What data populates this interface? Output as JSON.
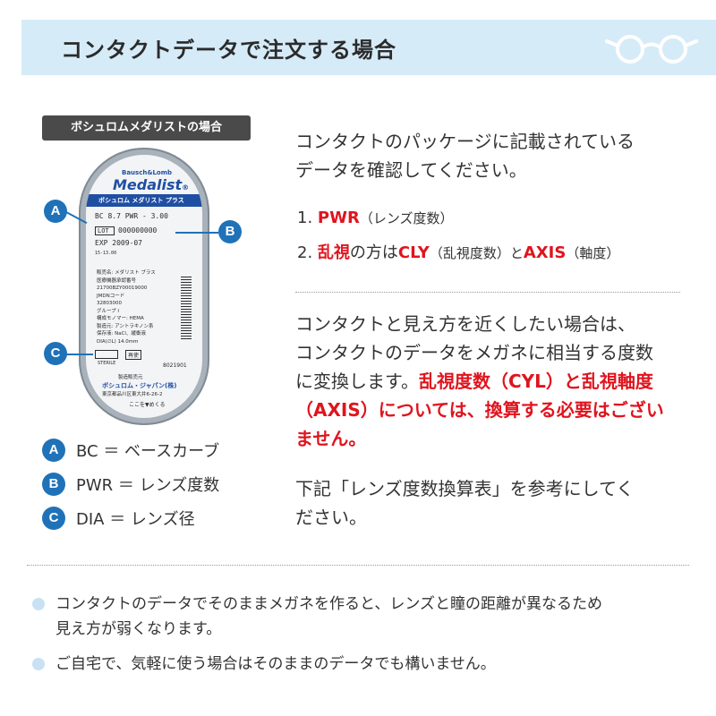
{
  "header": {
    "title": "コンタクトデータで注文する場合",
    "icon": "glasses-icon"
  },
  "left": {
    "case_label": "ボシュロムメダリストの場合",
    "package": {
      "brand": "Bausch&Lomb",
      "product": "Medalist",
      "product_mark": "®",
      "band_text": "ボシュロム メダリスト プラス",
      "bc_line": "BC 8.7 PWR - 3.00",
      "lot_label": "LOT",
      "lot_value": "000000000",
      "exp_line": "EXP 2009-07",
      "small_code": "15-13.00",
      "info_lines": [
        "販売名: メダリスト プラス",
        "医療機器承認番号",
        "21700BZY00019000",
        "JMDNコード",
        "32803000",
        "グループ Ⅰ",
        "構成モノマー: HEMA",
        "製造元: アントラキノン系",
        "保存液: NaCl、緩衝液",
        "DIA(∅L) 14.0mm"
      ],
      "sterile_label": "STERILE",
      "sterile_value": "再使",
      "right_code": "8021901",
      "vendor_label": "製造販売元",
      "vendor_name": "ボシュロム・ジャパン(株)",
      "vendor_address": "東京都品川区東大井6-26-2",
      "peel_text": "ここを▼めくる"
    },
    "legend": [
      {
        "badge": "A",
        "text": "BC ＝ ベースカーブ"
      },
      {
        "badge": "B",
        "text": "PWR ＝ レンズ度数"
      },
      {
        "badge": "C",
        "text": "DIA ＝ レンズ径"
      }
    ]
  },
  "right": {
    "intro_line1": "コンタクトのパッケージに記載されている",
    "intro_line2": "データを確認してください。",
    "list": [
      {
        "num": "1. ",
        "parts": [
          {
            "t": "PWR",
            "red": true
          },
          {
            "t": "（レンズ度数）",
            "red": false
          }
        ]
      },
      {
        "num": "2. ",
        "parts": [
          {
            "t": "乱視",
            "red": true
          },
          {
            "t": "の方は",
            "red": false
          },
          {
            "t": "CLY",
            "red": true
          },
          {
            "t": "（乱視度数）と",
            "red": false
          },
          {
            "t": "AXIS",
            "red": true
          },
          {
            "t": "（軸度）",
            "red": false
          }
        ]
      }
    ],
    "para1_line1": "コンタクトと見え方を近くしたい場合は、",
    "para1_line2": "コンタクトのデータをメガネに相当する度数",
    "para1_line3_plain": "に変換します。",
    "para1_line3_red": "乱視度数（CYL）と乱視軸度",
    "para1_line4_red": "（AXIS）については、換算する必要はござい",
    "para1_line5_red": "ません。",
    "para2_line1": "下記「レンズ度数換算表」を参考にしてく",
    "para2_line2": "ださい。"
  },
  "notes": [
    {
      "line1": "コンタクトのデータでそのままメガネを作ると、レンズと瞳の距離が異なるため",
      "line2": "見え方が弱くなります。"
    },
    {
      "line1": "ご自宅で、気軽に使う場合はそのままのデータでも構いません。",
      "line2": ""
    }
  ],
  "colors": {
    "header_bg": "#d6ebf8",
    "accent_blue": "#1f72b8",
    "emphasis_red": "#e0141e",
    "bullet": "#c8e2f4"
  }
}
